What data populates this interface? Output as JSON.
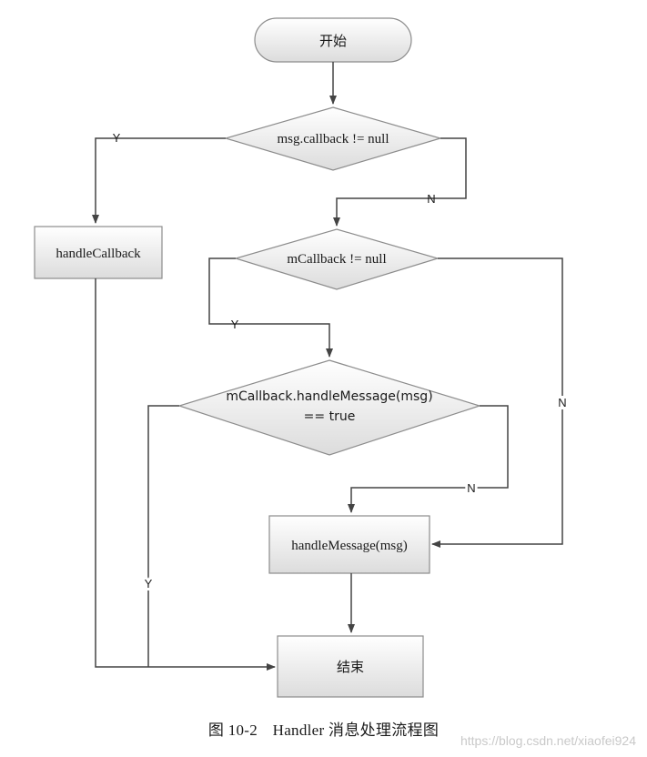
{
  "nodes": {
    "start": "开始",
    "decision_msg_callback": "msg.callback != null",
    "handle_callback": "handleCallback",
    "decision_mcallback": "mCallback != null",
    "decision_handle_message_line1": "mCallback.handleMessage(msg)",
    "decision_handle_message_line2": "== true",
    "handle_message": "handleMessage(msg)",
    "end": "结束"
  },
  "edges": {
    "msg_callback_yes": "Y",
    "msg_callback_no": "N",
    "mcallback_yes": "Y",
    "mcallback_no": "N",
    "handle_message_yes": "Y",
    "handle_message_no": "N"
  },
  "caption": {
    "figure_number": "图 10-2",
    "title": "Handler 消息处理流程图"
  },
  "watermark": "https://blog.csdn.net/xiaofei924",
  "colors": {
    "shape_fill_light": "#ffffff",
    "shape_fill_dark": "#dcdcdc",
    "shape_stroke": "#8c8c8c",
    "line": "#444444"
  }
}
